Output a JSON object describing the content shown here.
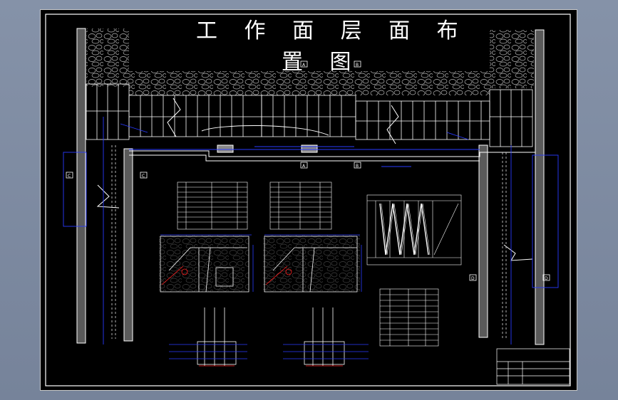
{
  "drawing": {
    "title_line1": "工 作 面 层 面 布",
    "title_line2": "置 图",
    "section_labels": {
      "a1": "A",
      "b1": "B",
      "a2": "A",
      "b2": "B",
      "c_left": "C",
      "c_right": "C",
      "d_left": "D",
      "d_right": "D"
    }
  },
  "colors": {
    "background": "#000000",
    "line_white": "#ffffff",
    "dimension_blue": "#2a3bff",
    "highlight_red": "#ff2020",
    "frame_gray": "#c8c8c8"
  }
}
